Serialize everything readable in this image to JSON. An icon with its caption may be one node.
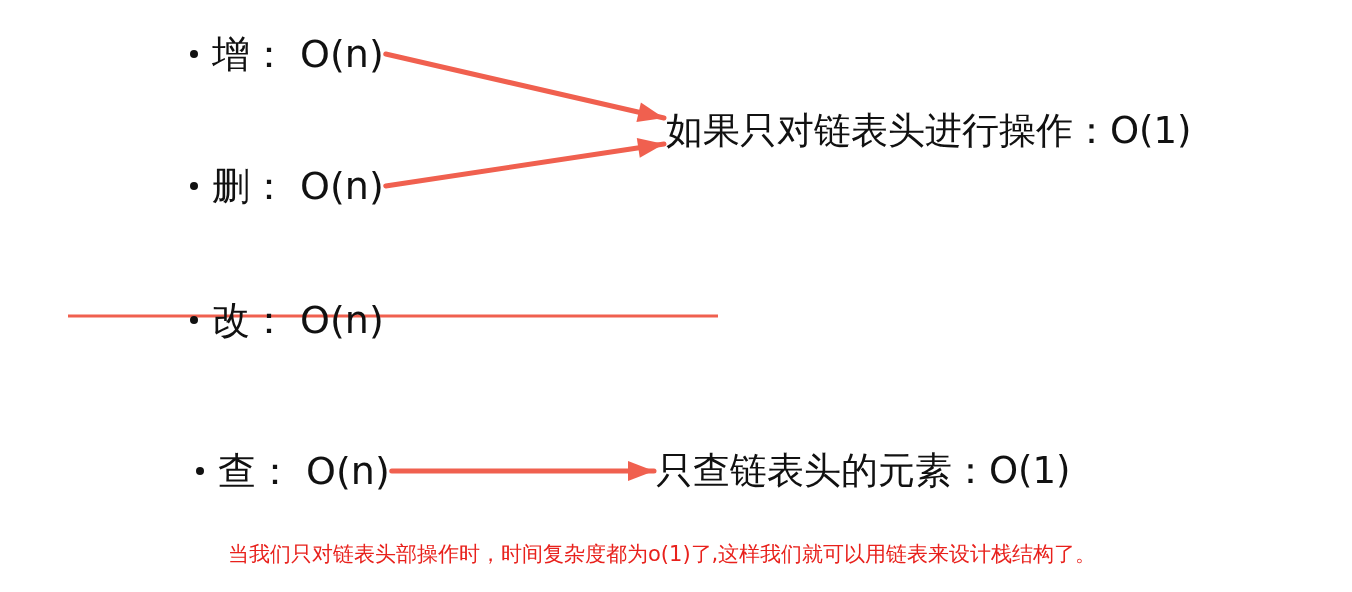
{
  "diagram": {
    "nodes": [
      {
        "text": [
          "增： O(n)"
        ]
      },
      {
        "text": [
          "删： O(n)"
        ]
      },
      {
        "text": [
          "如果只对链表头进行操作：O(1)"
        ]
      },
      {
        "text": [
          "改： O(n)"
        ]
      },
      {
        "text": [
          "查： O(n)"
        ]
      },
      {
        "text": [
          "只查链表头的元素：O(1)"
        ]
      }
    ],
    "edges": [
      {
        "from": 0,
        "to": 2,
        "arrow": "to",
        "color": "#f0604f"
      },
      {
        "from": 1,
        "to": 2,
        "arrow": "to",
        "color": "#f0604f"
      },
      {
        "from": 4,
        "to": 5,
        "arrow": "to",
        "color": "#f0604f"
      }
    ],
    "caption": "当我们只对链表头部操作时，时间复杂度都为o(1)了,这样我们就可以用链表来设计栈结构了。"
  }
}
